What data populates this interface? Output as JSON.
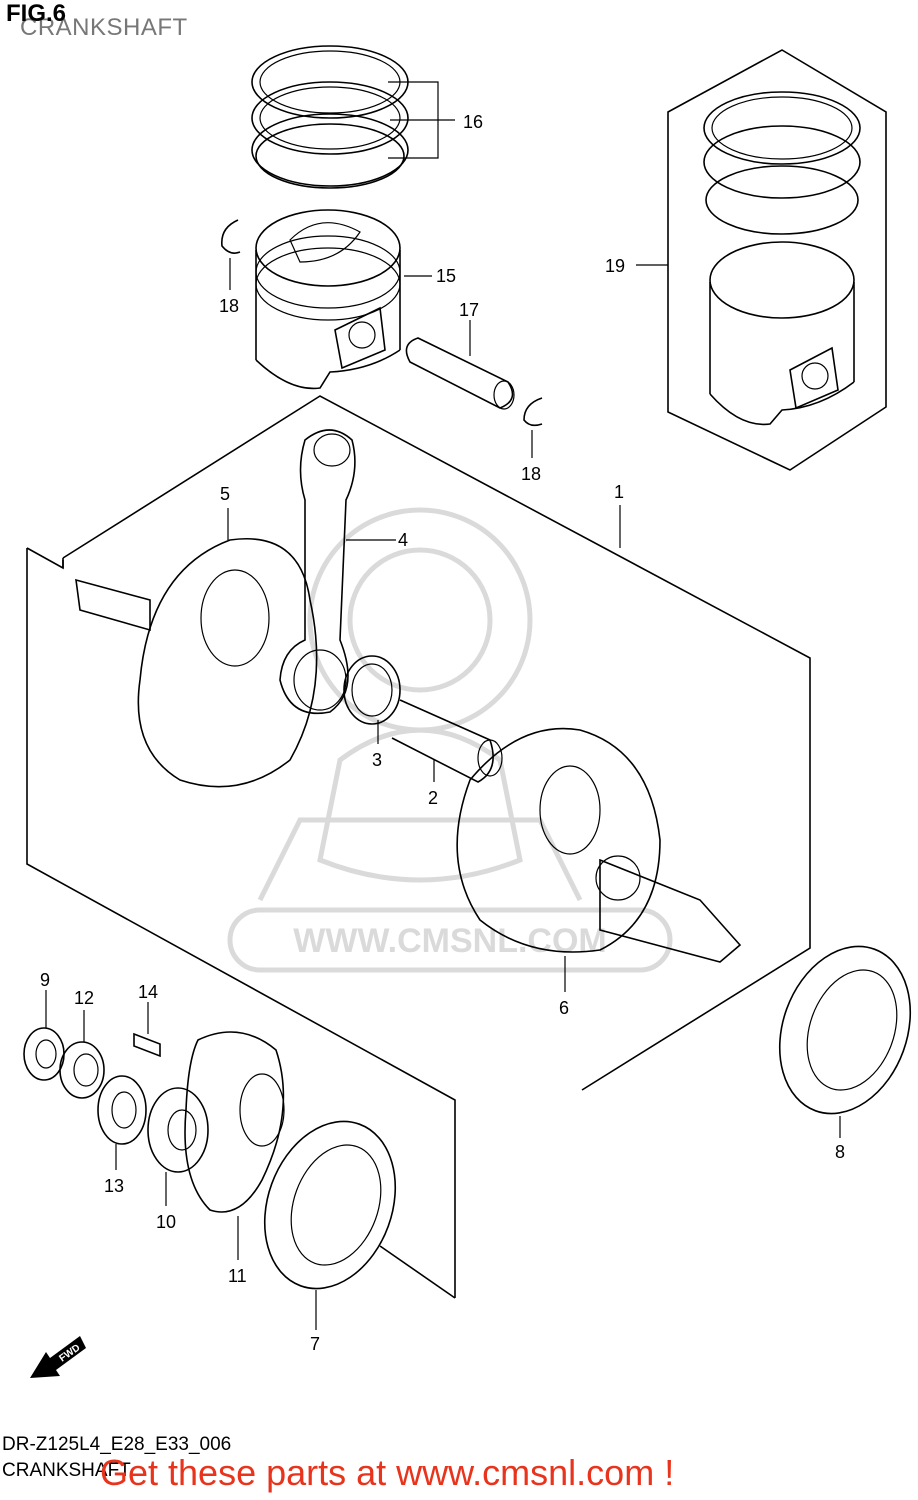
{
  "header": {
    "fig_label": "FIG.6",
    "title": "CRANKSHAFT"
  },
  "parts": [
    {
      "ref": "1"
    },
    {
      "ref": "2"
    },
    {
      "ref": "3"
    },
    {
      "ref": "4"
    },
    {
      "ref": "5"
    },
    {
      "ref": "6"
    },
    {
      "ref": "7"
    },
    {
      "ref": "8"
    },
    {
      "ref": "9"
    },
    {
      "ref": "10"
    },
    {
      "ref": "11"
    },
    {
      "ref": "12"
    },
    {
      "ref": "13"
    },
    {
      "ref": "14"
    },
    {
      "ref": "15"
    },
    {
      "ref": "16"
    },
    {
      "ref": "17"
    },
    {
      "ref": "18"
    },
    {
      "ref": "18"
    },
    {
      "ref": "19"
    }
  ],
  "direction_badge": "FWD",
  "watermark": "WWW.CMSNL.COM",
  "footer": {
    "diagram_code": "DR-Z125L4_E28_E33_006",
    "name": "CRANKSHAFT",
    "promo": "Get these parts at www.cmsnl.com !"
  },
  "colors": {
    "promo": "#e8341c",
    "subtitle": "#777777",
    "watermark": "#dadada",
    "line": "#000000"
  }
}
